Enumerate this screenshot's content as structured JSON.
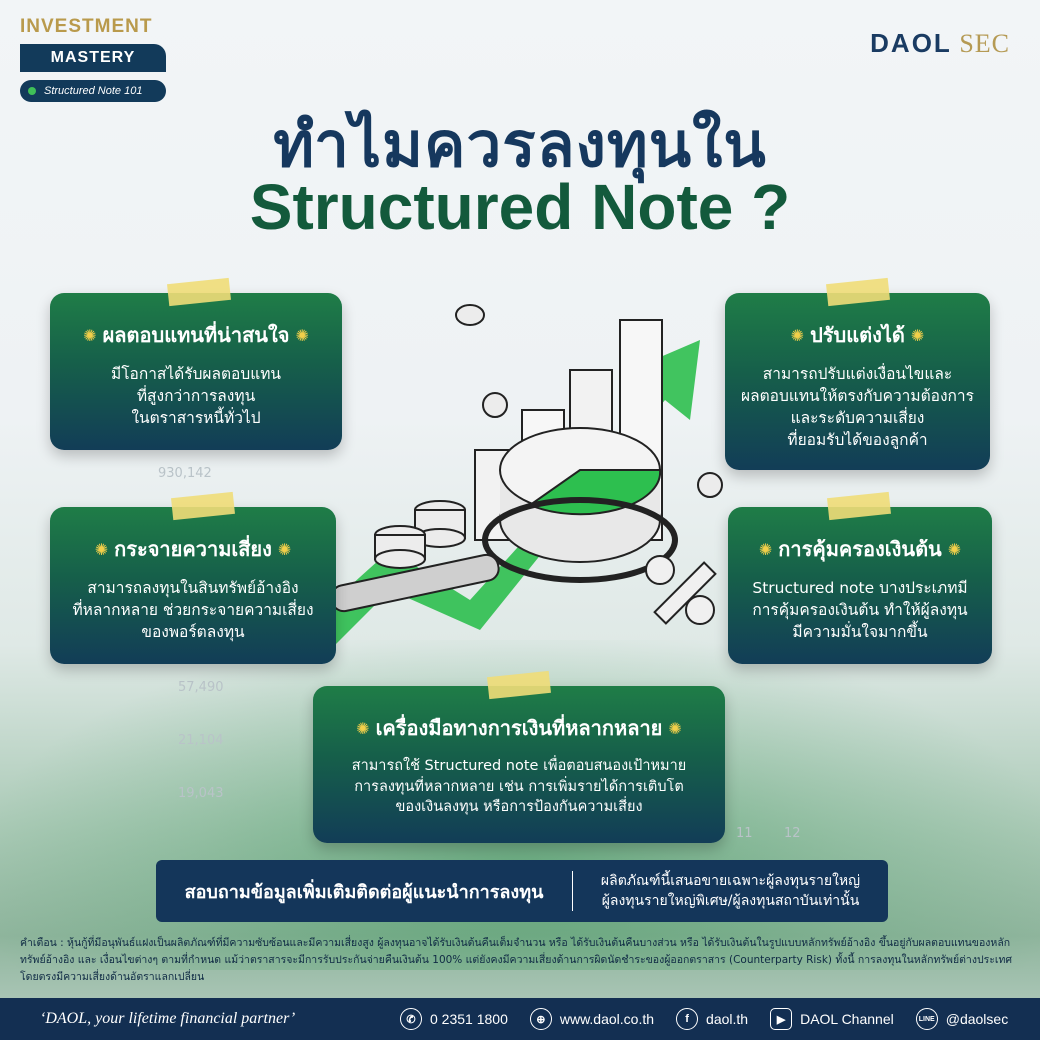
{
  "badge": {
    "title": "INVESTMENT",
    "mastery": "MASTERY",
    "series": "Structured Note 101"
  },
  "logo": {
    "part1": "DAOL",
    "part2": "SEC"
  },
  "headline": {
    "line1": "ทำไมควรลงทุนใน",
    "line2": "Structured Note ?"
  },
  "background_numbers": [
    "930,142",
    "57,490",
    "21,104",
    "19,043",
    "11",
    "12"
  ],
  "cards": {
    "return": {
      "title": "ผลตอบแทนที่น่าสนใจ",
      "lines": [
        "มีโอกาสได้รับผลตอบแทน",
        "ที่สูงกว่าการลงทุน",
        "ในตราสารหนี้ทั่วไป"
      ]
    },
    "customize": {
      "title": "ปรับแต่งได้",
      "lines": [
        "สามารถปรับแต่งเงื่อนไขและ",
        "ผลตอบแทนให้ตรงกับความต้องการ",
        "และระดับความเสี่ยง",
        "ที่ยอมรับได้ของลูกค้า"
      ]
    },
    "diversify": {
      "title": "กระจายความเสี่ยง",
      "lines": [
        "สามารถลงทุนในสินทรัพย์อ้างอิง",
        "ที่หลากหลาย ช่วยกระจายความเสี่ยง",
        "ของพอร์ตลงทุน"
      ]
    },
    "protection": {
      "title": "การคุ้มครองเงินต้น",
      "lines": [
        "Structured note บางประเภทมี",
        "การคุ้มครองเงินต้น ทำให้ผู้ลงทุน",
        "มีความมั่นใจมากขึ้น"
      ]
    },
    "tools": {
      "title": "เครื่องมือทางการเงินที่หลากหลาย",
      "lines": [
        "สามารถใช้ Structured note เพื่อตอบสนองเป้าหมาย",
        "การลงทุนที่หลากหลาย เช่น การเพิ่มรายได้การเติบโต",
        "ของเงินลงทุน หรือการป้องกันความเสี่ยง"
      ]
    }
  },
  "contact": {
    "left": "สอบถามข้อมูลเพิ่มเติมติดต่อผู้แนะนำการลงทุน",
    "right_line1": "ผลิตภัณฑ์นี้เสนอขายเฉพาะผู้ลงทุนรายใหญ่",
    "right_line2": "ผู้ลงทุนรายใหญ่พิเศษ/ผู้ลงทุนสถาบันเท่านั้น"
  },
  "disclaimer": "คำเตือน : หุ้นกู้ที่มีอนุพันธ์แฝงเป็นผลิตภัณฑ์ที่มีความซับซ้อนและมีความเสี่ยงสูง ผู้ลงทุนอาจได้รับเงินต้นคืนเต็มจำนวน หรือ ได้รับเงินต้นคืนบางส่วน หรือ ได้รับเงินต้นในรูปแบบหลักทรัพย์อ้างอิง ขึ้นอยู่กับผลตอบแทนของหลักทรัพย์อ้างอิง และ เงื่อนไขต่างๆ ตามที่กำหนด แม้ว่าตราสารจะมีการรับประกันจ่ายคืนเงินต้น 100% แต่ยังคงมีความเสี่ยงด้านการผิดนัดชำระของผู้ออกตราสาร (Counterparty Risk) ทั้งนี้ การลงทุนในหลักทรัพย์ต่างประเทศโดยตรงมีความเสี่ยงด้านอัตราแลกเปลี่ยน",
  "footer": {
    "tagline": "‘DAOL, your lifetime financial partner’",
    "phone": "0 2351 1800",
    "website": "www.daol.co.th",
    "facebook": "daol.th",
    "youtube": "DAOL Channel",
    "line": "@daolsec"
  },
  "colors": {
    "navy": "#14365a",
    "green": "#1f7d47",
    "gold": "#b99a4c",
    "accent_arrow": "#2dbf4f"
  }
}
